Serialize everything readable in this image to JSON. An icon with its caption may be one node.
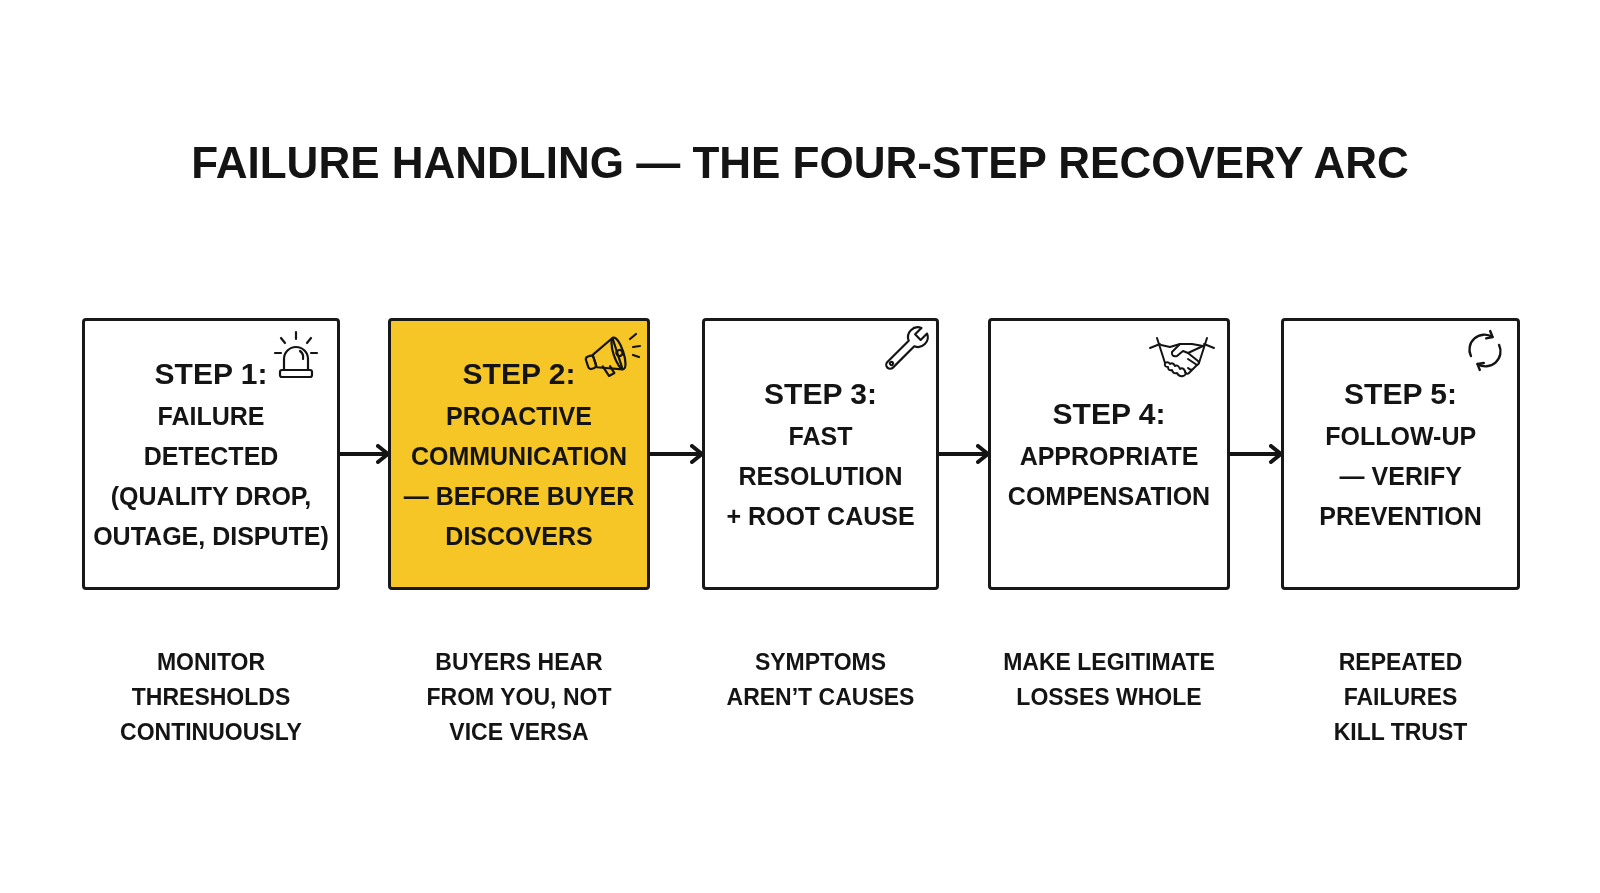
{
  "diagram": {
    "title": "FAILURE HANDLING — THE FOUR-STEP RECOVERY ARC",
    "nodes": [
      {
        "text": [
          "STEP 1:",
          "FAILURE DETECTED",
          "(QUALITY DROP, OUTAGE, DISPUTE)"
        ],
        "beside": [
          "MONITOR THRESHOLDS CONTINUOUSLY"
        ]
      },
      {
        "text": [
          "STEP 2:",
          "PROACTIVE COMMUNICATION — BEFORE BUYER DISCOVERS"
        ],
        "beside": [
          "BUYERS HEAR FROM YOU, NOT VICE VERSA"
        ]
      },
      {
        "text": [
          "STEP 3:",
          "FAST RESOLUTION + ROOT CAUSE"
        ],
        "beside": [
          "SYMPTOMS AREN’T CAUSES"
        ]
      },
      {
        "text": [
          "STEP 4:",
          "APPROPRIATE COMPENSATION"
        ],
        "beside": [
          "MAKE LEGITIMATE LOSSES WHOLE"
        ]
      },
      {
        "text": [
          "STEP 5:",
          "FOLLOW-UP — VERIFY PREVENTION"
        ],
        "beside": [
          "REPEATED FAILURES KILL TRUST"
        ]
      }
    ],
    "edges": [
      {
        "from": 0,
        "to": 1,
        "arrow": "to"
      },
      {
        "from": 1,
        "to": 2,
        "arrow": "to"
      },
      {
        "from": 2,
        "to": 3,
        "arrow": "to"
      },
      {
        "from": 3,
        "to": 4,
        "arrow": "to"
      }
    ]
  }
}
